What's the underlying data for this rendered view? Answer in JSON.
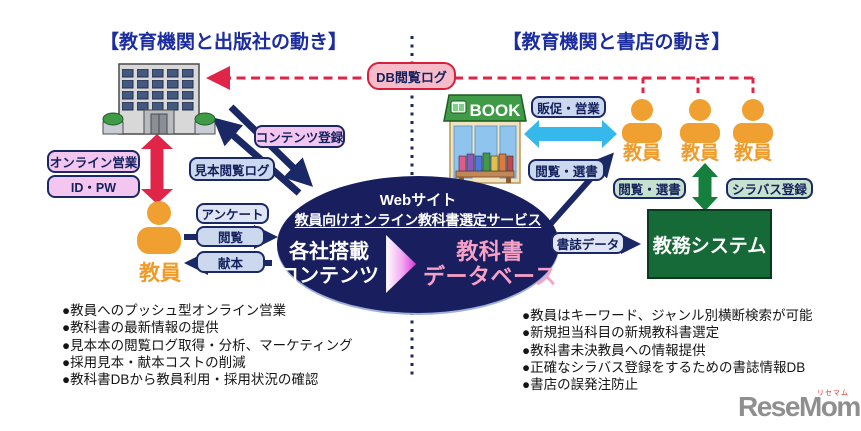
{
  "titles": {
    "left": "【教育機関と出版社の動き】",
    "right": "【教育機関と書店の動き】"
  },
  "flows": {
    "db_log": "DB閲覧ログ",
    "online_sales": "オンライン営業",
    "id_pw": "ID・PW",
    "content_register": "コンテンツ登録",
    "sample_log": "見本閲覧ログ",
    "survey": "アンケート",
    "browse": "閲覧",
    "kenpon": "献本",
    "promo_sales": "販促・営業",
    "browse_select": "閲覧・選書",
    "browse_select2": "閲覧・選書",
    "syllabus_register": "シラバス登録",
    "biblio_data": "書誌データ"
  },
  "center_db": {
    "site_line1": "Webサイト",
    "site_line2": "教員向けオンライン教科書選定サービス",
    "left_line1": "各社搭載",
    "left_line2": "コンテンツ",
    "right_line1": "教科書",
    "right_line2": "データベース"
  },
  "labels": {
    "teacher": "教員",
    "book_sign": "BOOK",
    "admin_system": "教務システム"
  },
  "bullets_left": [
    "●教員へのプッシュ型オンライン営業",
    "●教科書の最新情報の提供",
    "●見本本の閲覧ログ取得・分析、マーケティング",
    "●採用見本・献本コストの削減",
    "●教科書DBから教員利用・採用状況の確認"
  ],
  "bullets_right": [
    "●教員はキーワード、ジャンル別横断検索が可能",
    "●新規担当科目の新規教科書選定",
    "●教科書未決教員への情報提供",
    "●正確なシラバス登録をするための書誌情報DB",
    "●書店の誤発注防止"
  ],
  "logo": {
    "text": "ReseMom.",
    "ruby": "リセマム"
  },
  "colors": {
    "navy": "#1a2966",
    "red": "#e02548",
    "cyan": "#35b9ec",
    "green": "#15803d",
    "orange": "#f0a030",
    "pink_text": "#f8a0c6",
    "ellipse": "#191f5e",
    "system_green": "#156a38"
  }
}
